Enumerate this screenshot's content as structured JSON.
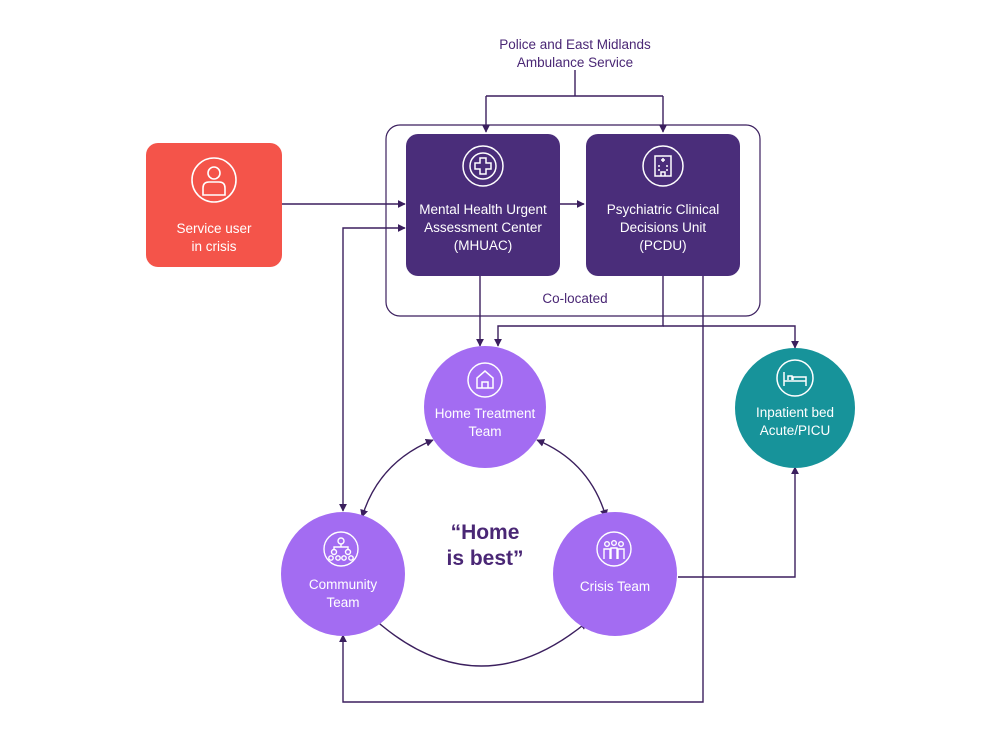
{
  "colors": {
    "dark_purple": "#4a2d7a",
    "light_purple": "#a36cf2",
    "red": "#f4544a",
    "teal": "#17939a",
    "line": "#3b1f5e"
  },
  "nodes": {
    "police": {
      "line1": "Police and East Midlands",
      "line2": "Ambulance Service"
    },
    "service_user": {
      "line1": "Service user",
      "line2": "in crisis",
      "icon": "person-icon"
    },
    "mhuac": {
      "line1": "Mental Health Urgent",
      "line2": "Assessment Center",
      "line3": "(MHUAC)",
      "icon": "medical-cross-icon"
    },
    "pcdu": {
      "line1": "Psychiatric Clinical",
      "line2": "Decisions Unit",
      "line3": "(PCDU)",
      "icon": "hospital-building-icon"
    },
    "colocated": {
      "label": "Co-located"
    },
    "home_treatment": {
      "line1": "Home Treatment",
      "line2": "Team",
      "icon": "house-icon"
    },
    "inpatient": {
      "line1": "Inpatient bed",
      "line2": "Acute/PICU",
      "icon": "bed-icon"
    },
    "community": {
      "line1": "Community",
      "line2": "Team",
      "icon": "org-chart-icon"
    },
    "crisis": {
      "line1": "Crisis Team",
      "icon": "group-icon"
    }
  },
  "center_text": {
    "line1": "“Home",
    "line2": "is best”"
  }
}
